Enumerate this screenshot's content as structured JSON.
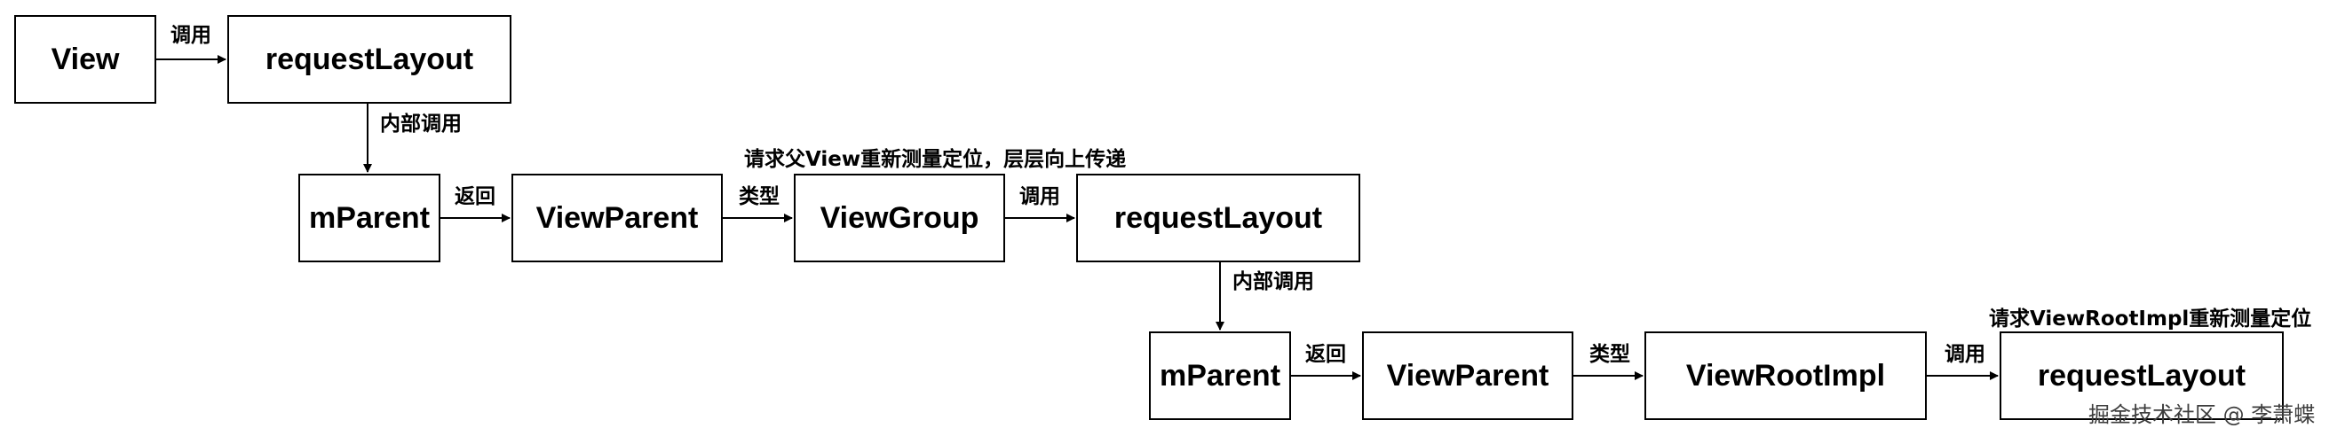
{
  "nodes": {
    "view": "View",
    "request_layout_1": "requestLayout",
    "mparent_1": "mParent",
    "viewparent_1": "ViewParent",
    "viewgroup": "ViewGroup",
    "request_layout_2": "requestLayout",
    "mparent_2": "mParent",
    "viewparent_2": "ViewParent",
    "viewrootimpl": "ViewRootImpl",
    "request_layout_3": "requestLayout"
  },
  "edge_labels": {
    "view_to_request": "调用",
    "internal_call_1": "内部调用",
    "return_1": "返回",
    "type_1": "类型",
    "call_1": "调用",
    "internal_call_2": "内部调用",
    "return_2": "返回",
    "type_2": "类型",
    "call_2": "调用"
  },
  "annotations": {
    "viewgroup_note": "请求父View重新测量定位，层层向上传递",
    "viewrootimpl_note": "请求ViewRootImpl重新测量定位"
  },
  "watermark": "掘金技术社区 @ 李萧蝶"
}
